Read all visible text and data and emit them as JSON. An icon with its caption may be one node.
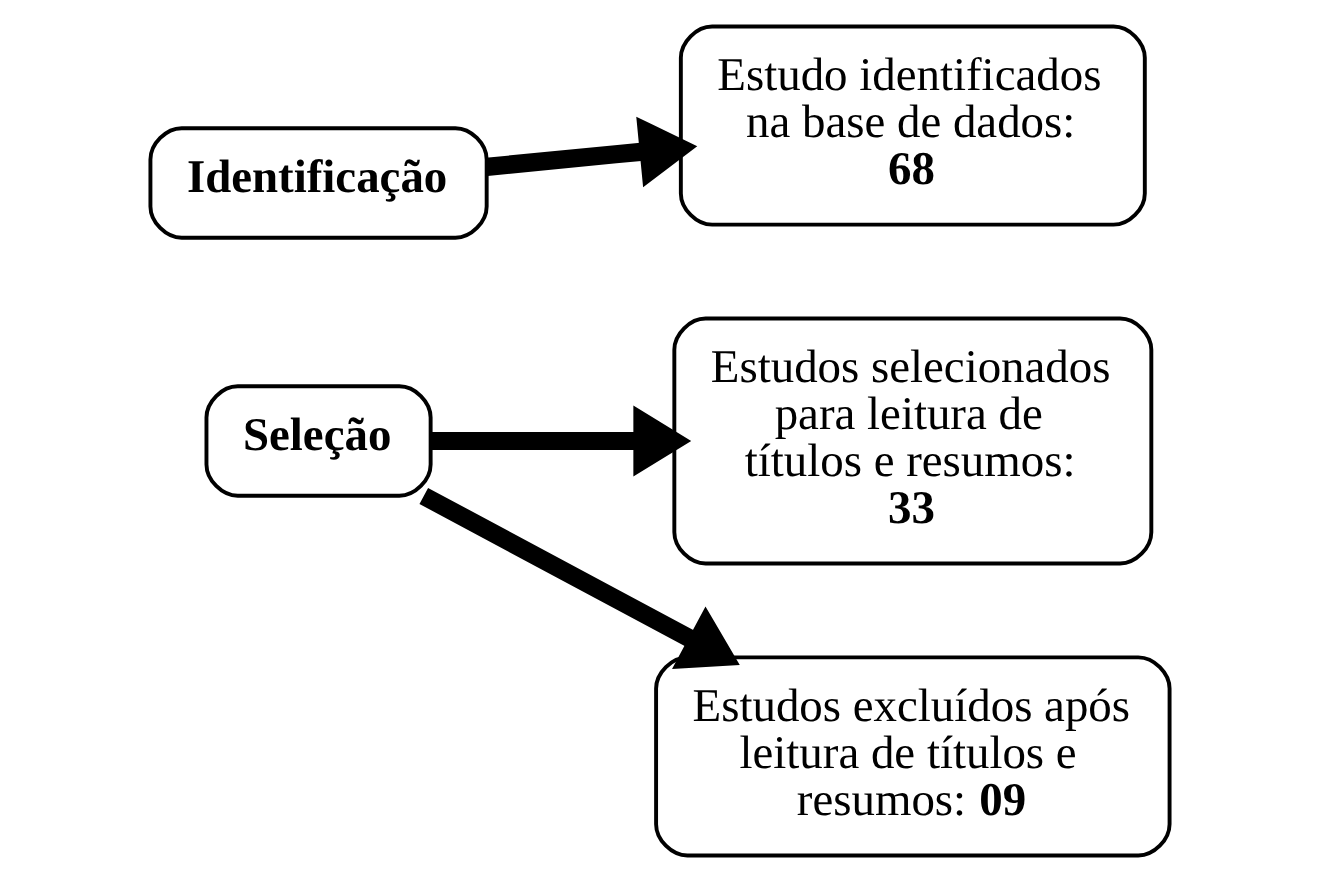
{
  "diagram": {
    "nodes": [
      {
        "text": [
          "Identificação"
        ]
      },
      {
        "text": [
          "Estudo identificados na base de dados: **68**"
        ]
      },
      {
        "text": [
          "Seleção"
        ]
      },
      {
        "text": [
          "Estudos selecionados para leitura de títulos e resumos: **33**"
        ]
      },
      {
        "text": [
          "Estudos excluídos após leitura de títulos e resumos: **09**"
        ]
      }
    ],
    "edges": [
      {
        "from": 0,
        "to": 1,
        "arrow": "to"
      },
      {
        "from": 2,
        "to": 3,
        "arrow": "to"
      },
      {
        "from": 2,
        "to": 4,
        "arrow": "to"
      }
    ]
  }
}
